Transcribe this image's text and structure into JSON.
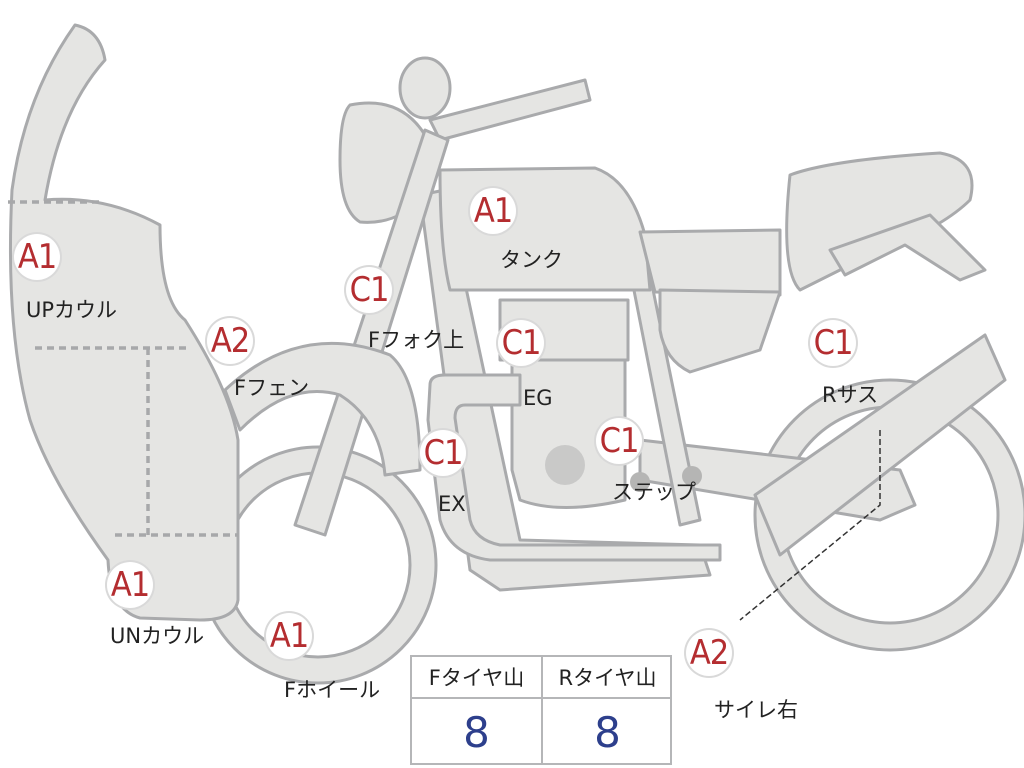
{
  "badges": [
    {
      "id": "up-cowl",
      "grade": "A1",
      "label": "UPカウル"
    },
    {
      "id": "front-fender",
      "grade": "A2",
      "label": "Fフェン"
    },
    {
      "id": "front-fork-upper",
      "grade": "C1",
      "label": "Fフォク上"
    },
    {
      "id": "tank",
      "grade": "A1",
      "label": "タンク"
    },
    {
      "id": "engine",
      "grade": "C1",
      "label": "EG"
    },
    {
      "id": "exhaust",
      "grade": "C1",
      "label": "EX"
    },
    {
      "id": "step",
      "grade": "C1",
      "label": "ステップ"
    },
    {
      "id": "rear-suspension",
      "grade": "C1",
      "label": "Rサス"
    },
    {
      "id": "under-cowl",
      "grade": "A1",
      "label": "UNカウル"
    },
    {
      "id": "front-wheel",
      "grade": "A1",
      "label": "Fホイール"
    },
    {
      "id": "silencer-right",
      "grade": "A2",
      "label": "サイレ右"
    }
  ],
  "tire_table": {
    "front_header": "Fタイヤ山",
    "rear_header": "Rタイヤ山",
    "front_value": "8",
    "rear_value": "8"
  },
  "colors": {
    "grade_text": "#b42d30",
    "value_text": "#2d3f8c",
    "part_fill": "#e5e5e3",
    "part_outline": "#a9aaac"
  }
}
